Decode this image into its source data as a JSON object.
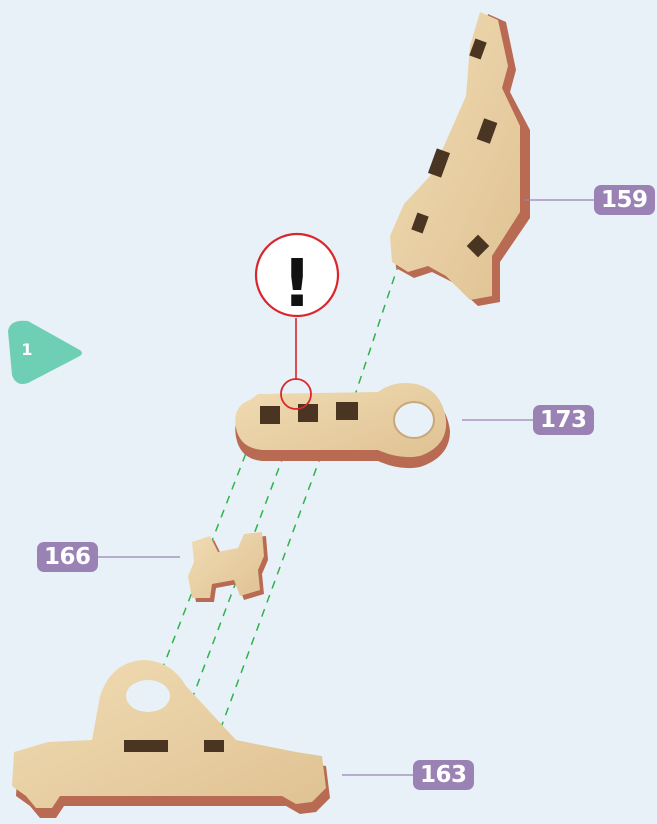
{
  "step": {
    "number": "1",
    "color": "#6fcfb5"
  },
  "parts": [
    {
      "id": "part-159",
      "label": "159"
    },
    {
      "id": "part-173",
      "label": "173"
    },
    {
      "id": "part-166",
      "label": "166"
    },
    {
      "id": "part-163",
      "label": "163"
    }
  ],
  "warning": {
    "symbol": "!",
    "color": "#d9262c"
  },
  "colors": {
    "background": "#e8f1f8",
    "badge": "#9a82b4",
    "guide_line": "#2fb34a",
    "wood_face": "#e9d2a6",
    "wood_edge": "#b86a52"
  }
}
